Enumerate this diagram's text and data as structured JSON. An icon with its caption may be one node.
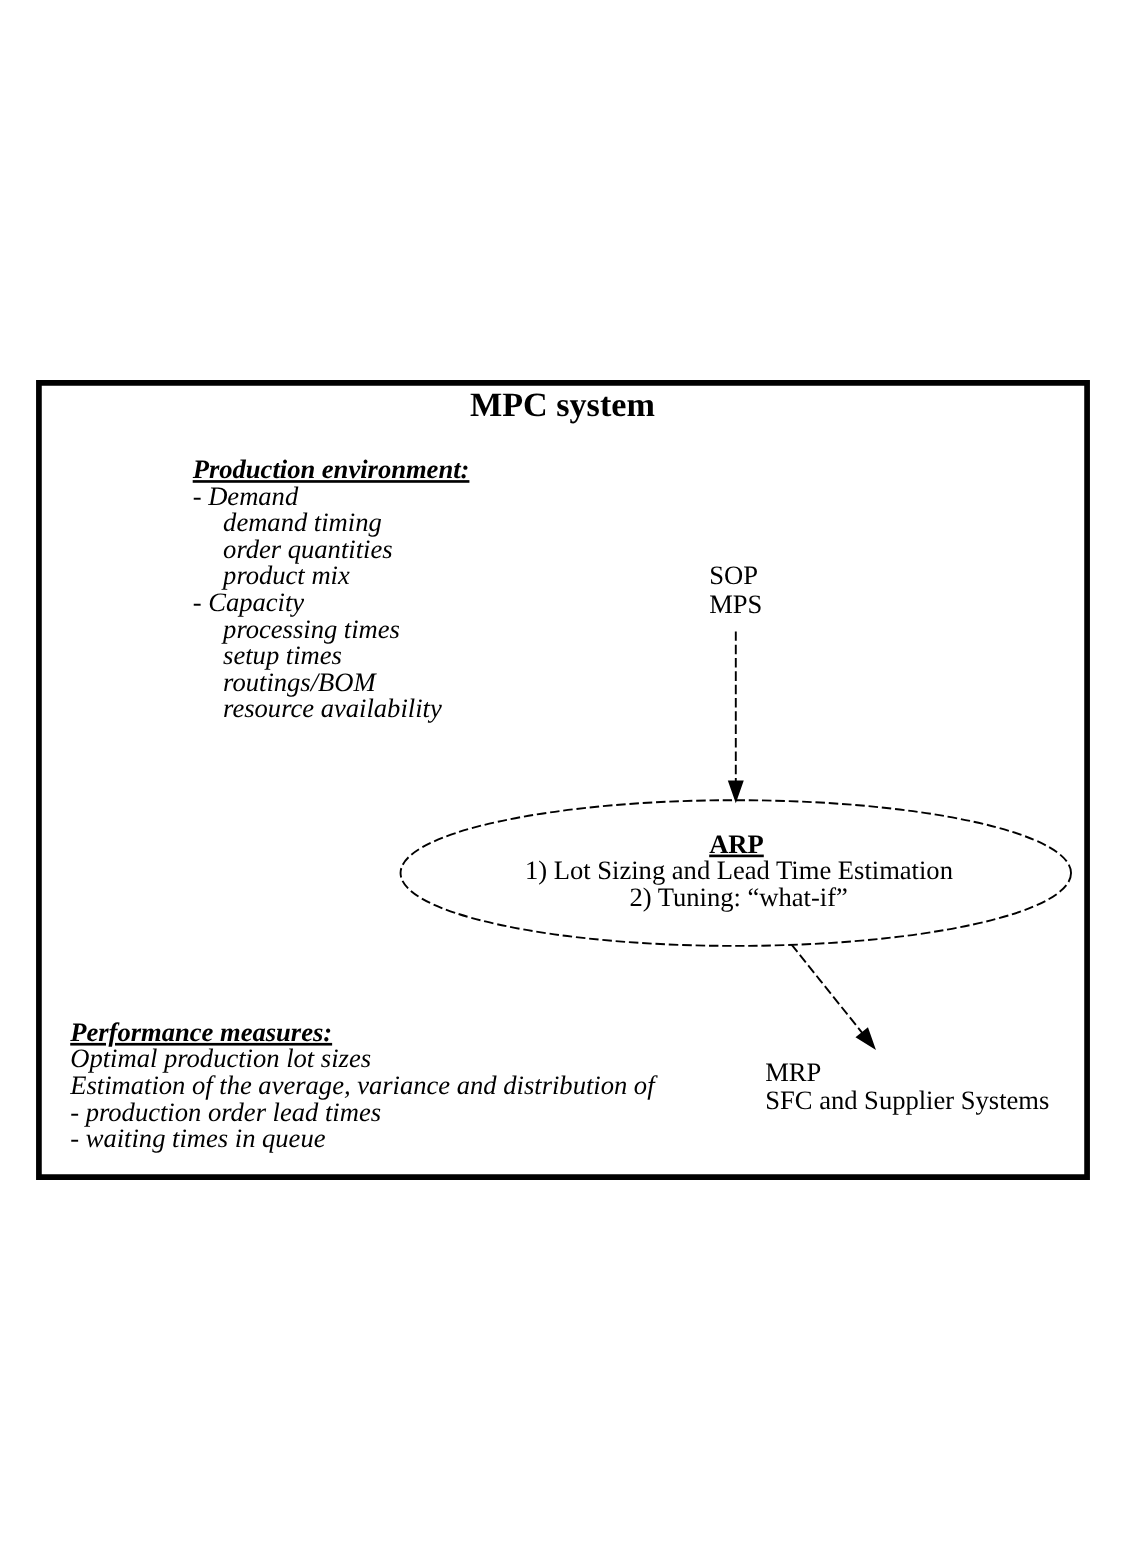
{
  "diagram": {
    "nodes": [
      {
        "text": [
          "MPC system"
        ]
      },
      {
        "text": [
          "SOP",
          "MPS"
        ],
        "in": 0
      },
      {
        "text": [
          "ARP",
          "1) Lot Sizing and Lead Time Estimation",
          "2) Tuning: “what-if”"
        ],
        "in": 0
      },
      {
        "text": [
          "MRP",
          "SFC and Supplier Systems"
        ],
        "in": 0
      }
    ],
    "edges": [
      {
        "from": 1,
        "to": 2,
        "arrow": "to",
        "style": "dashed"
      },
      {
        "from": 2,
        "to": 3,
        "arrow": "to",
        "style": "dashed"
      }
    ],
    "labels": [
      "Production environment:",
      "- Demand",
      "demand timing",
      "order quantities",
      "product mix",
      "- Capacity",
      "processing times",
      "setup times",
      "routings/BOM",
      "resource availability",
      "Performance measures:",
      "Optimal production lot sizes",
      "Estimation of the average, variance and distribution of",
      "- production order lead times",
      "- waiting times in queue"
    ]
  }
}
